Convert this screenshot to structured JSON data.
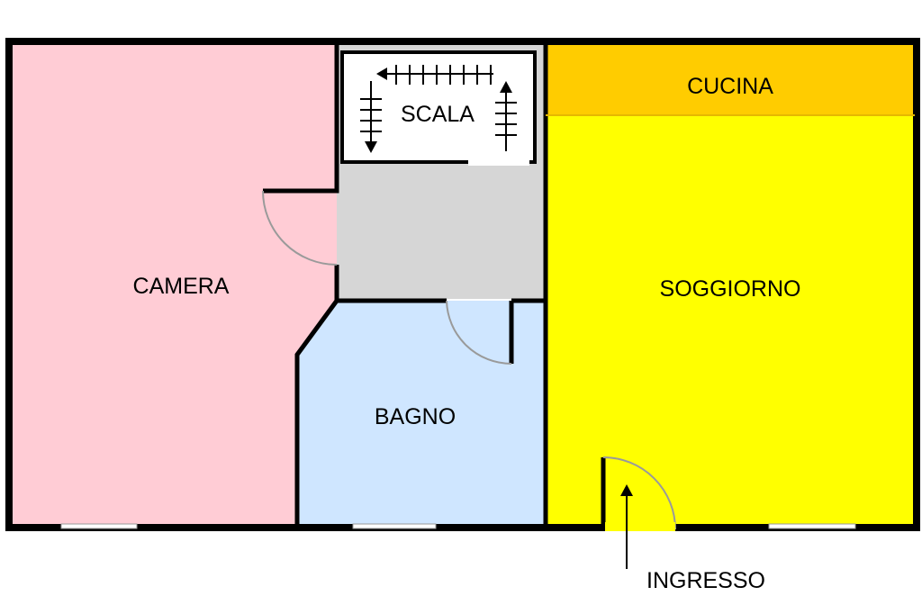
{
  "rooms": {
    "camera": {
      "label": "CAMERA",
      "color": "#ffccd5"
    },
    "scala": {
      "label": "SCALA",
      "color": "#ffffff"
    },
    "cucina": {
      "label": "CUCINA",
      "color": "#ffcc00"
    },
    "soggiorno": {
      "label": "SOGGIORNO",
      "color": "#ffff00"
    },
    "bagno": {
      "label": "BAGNO",
      "color": "#cfe6ff"
    },
    "disimpegno": {
      "color": "#d6d6d6"
    }
  },
  "entrance": {
    "label": "INGRESSO"
  },
  "colors": {
    "wall": "#000000",
    "door_swing": "#9a9a9a"
  }
}
